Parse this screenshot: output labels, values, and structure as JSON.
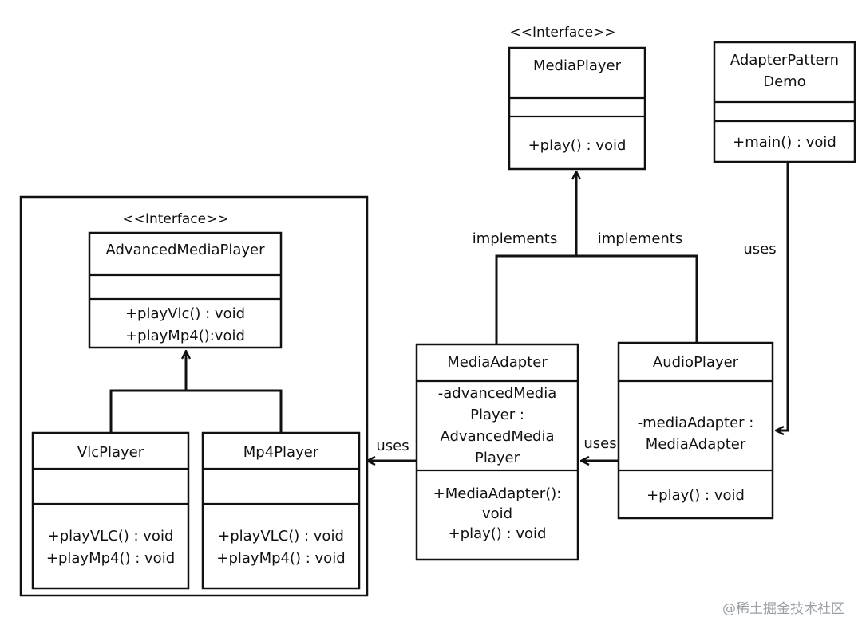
{
  "stereotype": "<<Interface>>",
  "classes": {
    "media_player": {
      "name": [
        "MediaPlayer"
      ],
      "attributes": [],
      "methods": [
        "+play() : void"
      ]
    },
    "adapter_pattern_demo": {
      "name": [
        "AdapterPattern",
        "Demo"
      ],
      "attributes": [],
      "methods": [
        "+main() : void"
      ]
    },
    "advanced_media_player": {
      "name": [
        "AdvancedMediaPlayer"
      ],
      "attributes": [],
      "methods": [
        "+playVlc() : void",
        "+playMp4():void"
      ]
    },
    "vlc_player": {
      "name": [
        "VlcPlayer"
      ],
      "attributes": [],
      "methods": [
        "+playVLC() : void",
        "+playMp4() : void"
      ]
    },
    "mp4_player": {
      "name": [
        "Mp4Player"
      ],
      "attributes": [],
      "methods": [
        "+playVLC() : void",
        "+playMp4() : void"
      ]
    },
    "media_adapter": {
      "name": [
        "MediaAdapter"
      ],
      "attributes": [
        "-advancedMedia",
        "Player :",
        "AdvancedMedia",
        "Player"
      ],
      "methods": [
        "+MediaAdapter():",
        "void",
        "+play() : void"
      ]
    },
    "audio_player": {
      "name": [
        "AudioPlayer"
      ],
      "attributes": [
        "-mediaAdapter :",
        "MediaAdapter"
      ],
      "methods": [
        "+play() : void"
      ]
    }
  },
  "relations": {
    "implements_left": "implements",
    "implements_right": "implements",
    "uses_demo": "uses",
    "uses_audio": "uses",
    "uses_adapter": "uses"
  },
  "watermark": "@稀土掘金技术社区"
}
